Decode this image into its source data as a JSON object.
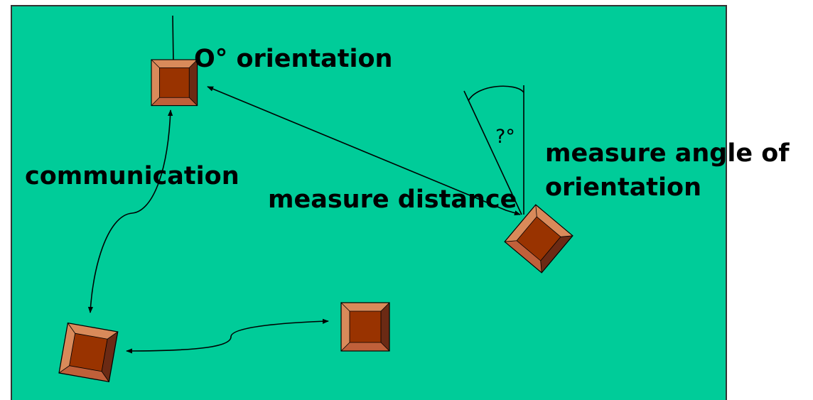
{
  "diagram": {
    "colors": {
      "background": "#00cc99",
      "border": "#333333",
      "node_face": "#993300",
      "node_face_alt": "#b3401f",
      "node_bevel_light": "#d98a5a",
      "node_bevel_mid": "#c0603a",
      "node_bevel_dark": "#6b2a14",
      "ink": "#000000"
    },
    "nodes": [
      {
        "id": "robot-reference",
        "shape": "beveled-square",
        "rotation_deg": 0
      },
      {
        "id": "robot-rotated",
        "shape": "beveled-square",
        "rotation_deg": 40
      },
      {
        "id": "robot-bottom-left",
        "shape": "beveled-square",
        "rotation_deg": 10
      },
      {
        "id": "robot-bottom-middle",
        "shape": "beveled-square",
        "rotation_deg": 0
      }
    ],
    "labels": {
      "zero_orientation": "O° orientation",
      "communication": "communication",
      "measure_distance": "measure distance",
      "measure_angle_line1": "measure angle of",
      "measure_angle_line2": "orientation",
      "unknown_angle": "?°"
    },
    "edges": [
      {
        "from": "robot-reference",
        "to": "robot-rotated",
        "label": "measure distance",
        "arrowheads": "both"
      },
      {
        "from": "robot-reference",
        "to": "robot-bottom-left",
        "label": "communication",
        "arrowheads": "both"
      },
      {
        "from": "robot-bottom-left",
        "to": "robot-bottom-middle",
        "label": "",
        "arrowheads": "both"
      }
    ]
  }
}
